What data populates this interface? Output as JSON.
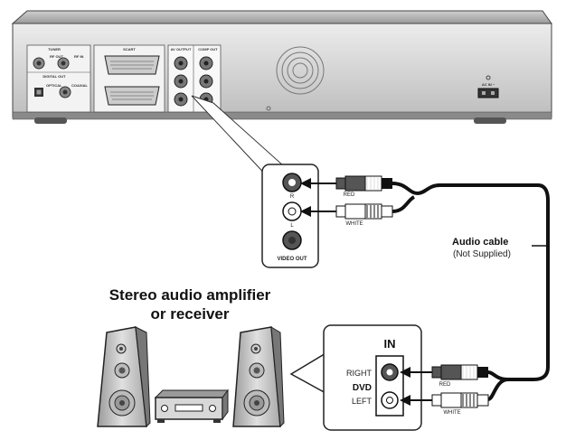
{
  "dvd_panel": {
    "tuner_label": "TUNER",
    "rf_out": "RF OUT",
    "rf_in": "RF IN",
    "digital_out_label": "DIGITAL OUT",
    "optical": "OPTICAL",
    "coaxial": "COAXIAL",
    "scart_label": "SCART",
    "av_output_label": "AV OUTPUT",
    "comp_out_label": "COMP OUT",
    "ac_in": "AC IN ~"
  },
  "callout_top": {
    "r_label": "R",
    "l_label": "L",
    "video_out": "VIDEO OUT"
  },
  "plugs_top": {
    "red": "RED",
    "white": "WHITE"
  },
  "cable": {
    "title": "Audio cable",
    "subtitle": "(Not Supplied)"
  },
  "amplifier": {
    "line1": "Stereo audio amplifier",
    "line2": "or receiver"
  },
  "callout_bottom": {
    "in_label": "IN",
    "right": "RIGHT",
    "dvd": "DVD",
    "left": "LEFT"
  },
  "plugs_bottom": {
    "red": "RED",
    "white": "WHITE"
  },
  "colors": {
    "red_plug": "#555555",
    "white_plug": "#ffffff",
    "outline": "#111111"
  }
}
